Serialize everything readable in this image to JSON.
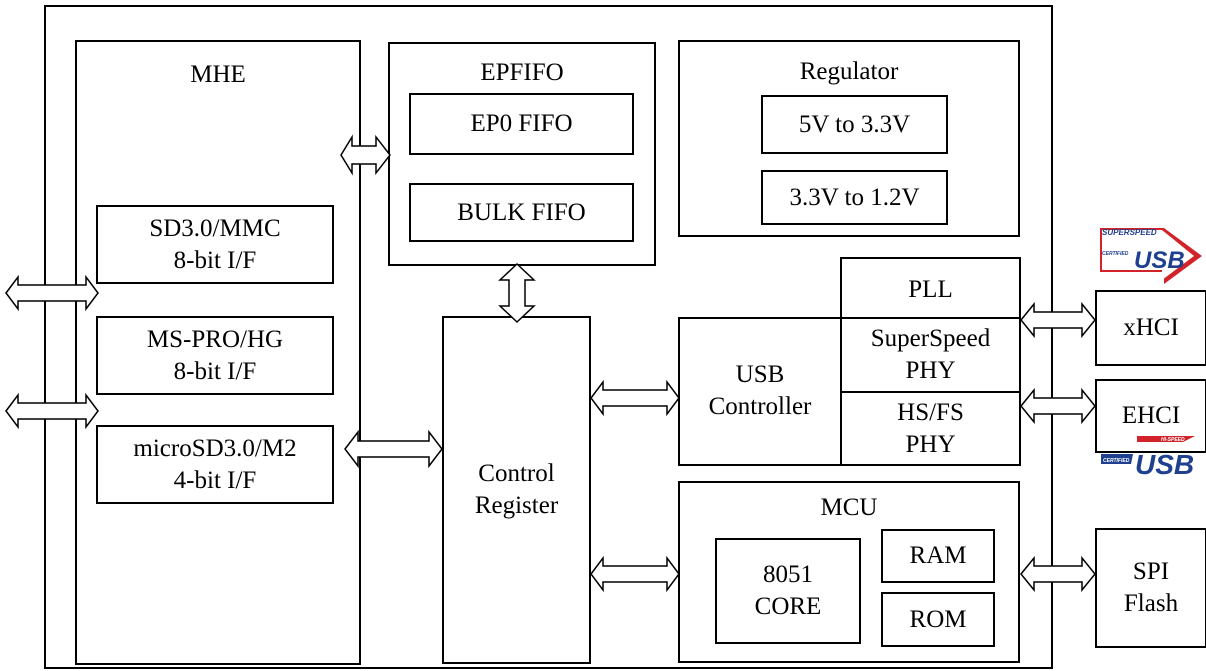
{
  "mhe": {
    "title": "MHE",
    "sd": [
      "SD3.0/MMC",
      "8-bit I/F"
    ],
    "ms": [
      "MS-PRO/HG",
      "8-bit I/F"
    ],
    "micro": [
      "microSD3.0/M2",
      "4-bit I/F"
    ]
  },
  "epfifo": {
    "title": "EPFIFO",
    "ep0": "EP0 FIFO",
    "bulk": "BULK FIFO"
  },
  "regulator": {
    "title": "Regulator",
    "r1": "5V to 3.3V",
    "r2": "3.3V to 1.2V"
  },
  "control": [
    "Control",
    "Register"
  ],
  "usb": {
    "controller": [
      "USB",
      "Controller"
    ],
    "pll": "PLL",
    "ss_phy": [
      "SuperSpeed",
      "PHY"
    ],
    "hsfs_phy": [
      "HS/FS",
      "PHY"
    ]
  },
  "mcu": {
    "title": "MCU",
    "core": [
      "8051",
      "CORE"
    ],
    "ram": "RAM",
    "rom": "ROM"
  },
  "external": {
    "xhci": "xHCI",
    "ehci": "EHCI",
    "spi": [
      "SPI",
      "Flash"
    ]
  },
  "logos": {
    "superspeed": {
      "top": "SUPERSPEED",
      "mark": "USB",
      "sub": "CERTIFIED"
    },
    "hispeed": {
      "top": "HI-SPEED",
      "mark": "USB",
      "sub": "CERTIFIED"
    }
  },
  "colors": {
    "logo_blue": "#1f3f8f",
    "logo_red": "#d2232a",
    "line": "#000000"
  }
}
